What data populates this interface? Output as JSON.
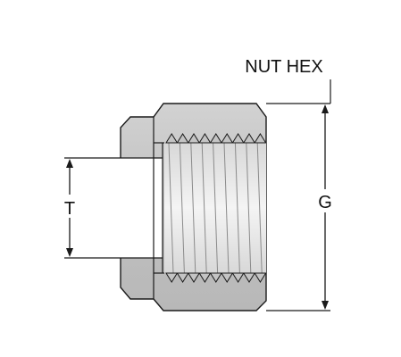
{
  "diagram": {
    "labels": {
      "nut_hex": "NUT HEX",
      "thread_size": "T",
      "gauge": "G"
    },
    "colors": {
      "body_fill": "#c4c4c4",
      "thread_fill": "#e8e8e8",
      "outline": "#1a1a1a"
    }
  }
}
